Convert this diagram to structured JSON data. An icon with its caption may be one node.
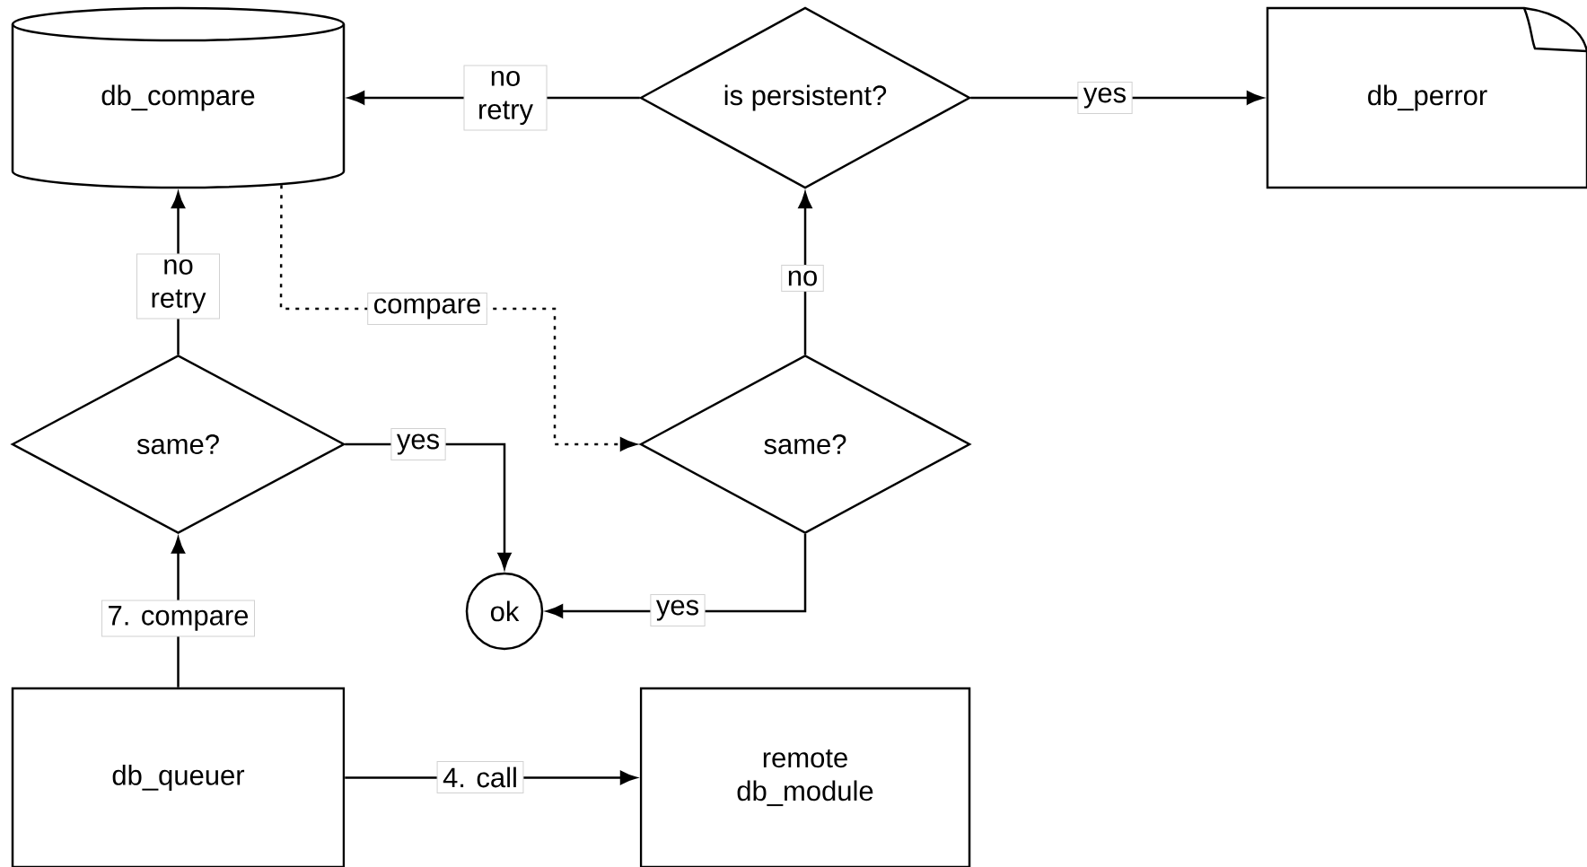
{
  "diagram": {
    "nodes": [
      {
        "text": [
          "db_compare"
        ]
      },
      {
        "text": [
          "is persistent?"
        ]
      },
      {
        "text": [
          "db_perror"
        ]
      },
      {
        "text": [
          "same?"
        ]
      },
      {
        "text": [
          "same?"
        ]
      },
      {
        "text": [
          "ok"
        ]
      },
      {
        "text": [
          "db_queuer"
        ]
      },
      {
        "text": [
          "remote db_module"
        ]
      }
    ],
    "edges": [
      {
        "from": 1,
        "to": 0,
        "arrow": "to",
        "label": "no retry"
      },
      {
        "from": 1,
        "to": 2,
        "arrow": "to",
        "label": "yes"
      },
      {
        "from": 3,
        "to": 0,
        "arrow": "to",
        "label": "no retry"
      },
      {
        "from": 0,
        "to": 4,
        "arrow": "to",
        "label": "compare",
        "style": "dashed"
      },
      {
        "from": 3,
        "to": 5,
        "arrow": "to",
        "label": "yes"
      },
      {
        "from": 4,
        "to": 5,
        "arrow": "to",
        "label": "yes"
      },
      {
        "from": 4,
        "to": 1,
        "arrow": "to",
        "label": "no"
      },
      {
        "from": 6,
        "to": 3,
        "arrow": "to",
        "label": "7. compare"
      },
      {
        "from": 6,
        "to": 7,
        "arrow": "to",
        "label": "4. call"
      }
    ]
  }
}
